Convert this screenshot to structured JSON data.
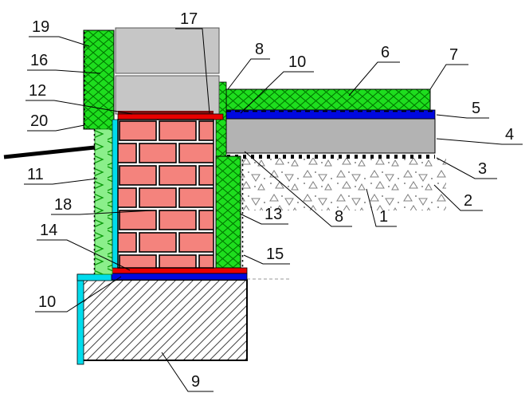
{
  "diagram": {
    "kind": "construction-detail-section",
    "label_count": 22
  },
  "labels": [
    {
      "text": "19"
    },
    {
      "text": "16"
    },
    {
      "text": "12"
    },
    {
      "text": "20"
    },
    {
      "text": "11"
    },
    {
      "text": "18"
    },
    {
      "text": "14"
    },
    {
      "text": "10"
    },
    {
      "text": "17"
    },
    {
      "text": "8"
    },
    {
      "text": "10"
    },
    {
      "text": "6"
    },
    {
      "text": "7"
    },
    {
      "text": "5"
    },
    {
      "text": "4"
    },
    {
      "text": "3"
    },
    {
      "text": "2"
    },
    {
      "text": "8"
    },
    {
      "text": "1"
    },
    {
      "text": "13"
    },
    {
      "text": "15"
    },
    {
      "text": "9"
    }
  ],
  "colors": {
    "background": "#ffffff",
    "insulation-green": "#1ede1e",
    "insulation-stroke": "#007a00",
    "strip-green": "#8bef8b",
    "strip-stroke": "#0a9a0a",
    "brick-fill": "#f4837d",
    "concrete-light": "#c6c6c6",
    "concrete-slab": "#b3b3b3",
    "membrane-blue": "#0008e0",
    "membrane-cyan": "#00dcec",
    "barrier-red": "#e80000",
    "barrier-maroon": "#7b1010",
    "gravel-stroke": "#808080",
    "outline": "#000000"
  }
}
